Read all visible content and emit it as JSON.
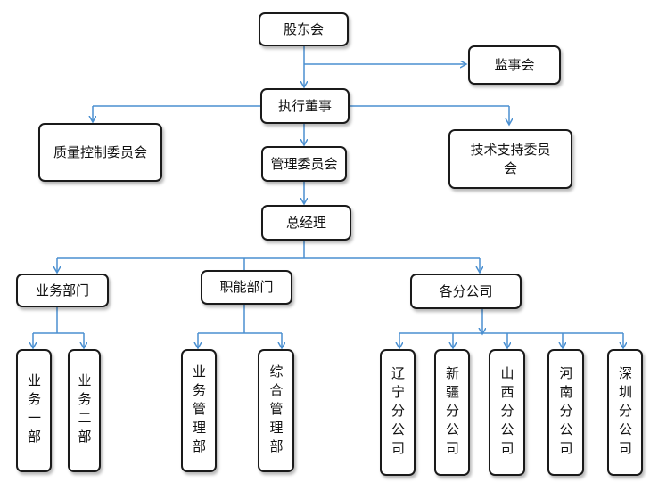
{
  "colors": {
    "connector": "#4a8fd0",
    "border": "#1a1a1a"
  },
  "nodes": {
    "shareholders": "股东会",
    "supervisory": "监事会",
    "executive_director": "执行董事",
    "quality_control": "质量控制委员会",
    "management_committee": "管理委员会",
    "tech_support": "技术支持委员会",
    "general_manager": "总经理",
    "business_dept": "业务部门",
    "functional_dept": "职能部门",
    "branches": "各分公司",
    "business_1": "业务一部",
    "business_2": "业务二部",
    "business_mgmt": "业务管理部",
    "general_mgmt": "综合管理部",
    "liaoning": "辽宁分公司",
    "xinjiang": "新疆分公司",
    "shanxi": "山西分公司",
    "henan": "河南分公司",
    "shenzhen": "深圳分公司"
  }
}
